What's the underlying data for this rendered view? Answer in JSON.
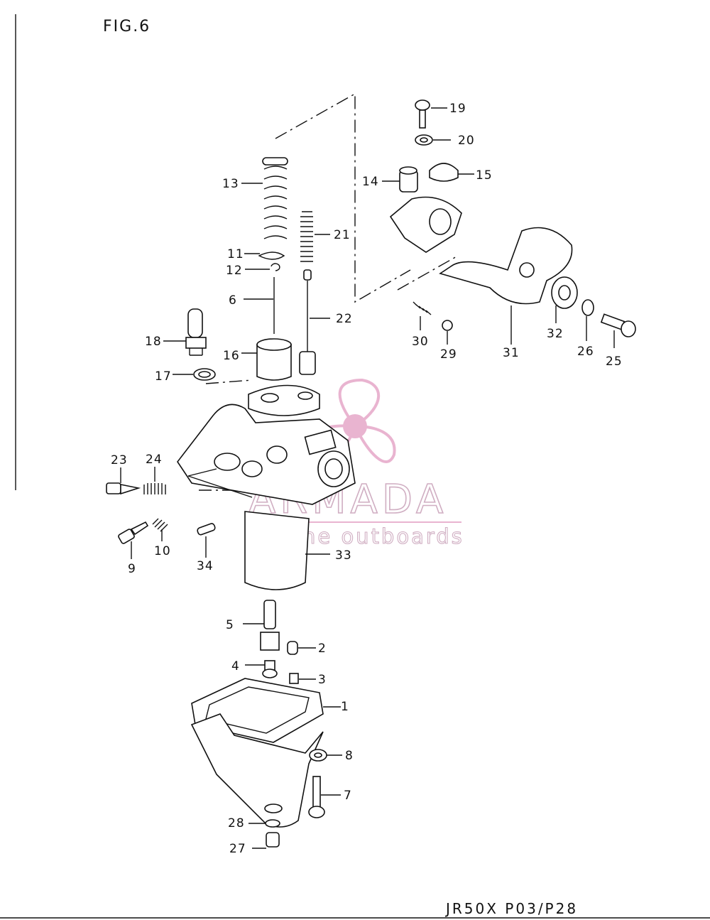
{
  "figure": {
    "title": "FIG.6",
    "model_code": "JR50X P03/P28"
  },
  "watermark": {
    "brand": "ARMADA",
    "tagline": "marine outboards",
    "color": "#e6a8c8"
  },
  "callouts": [
    "1",
    "2",
    "3",
    "4",
    "5",
    "6",
    "7",
    "8",
    "9",
    "10",
    "11",
    "12",
    "13",
    "14",
    "15",
    "16",
    "17",
    "18",
    "19",
    "20",
    "21",
    "22",
    "23",
    "24",
    "25",
    "26",
    "27",
    "28",
    "29",
    "30",
    "31",
    "32",
    "33",
    "34"
  ]
}
